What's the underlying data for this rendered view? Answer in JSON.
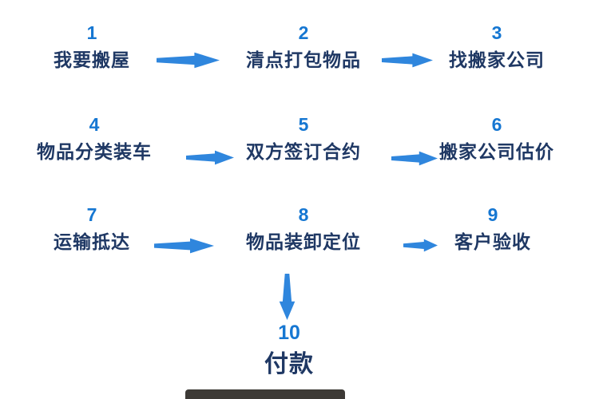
{
  "flowchart": {
    "title": "moving-house-process",
    "steps": [
      {
        "num": "1",
        "label": "我要搬屋"
      },
      {
        "num": "2",
        "label": "清点打包物品"
      },
      {
        "num": "3",
        "label": "找搬家公司"
      },
      {
        "num": "4",
        "label": "物品分类装车"
      },
      {
        "num": "5",
        "label": "双方签订合约"
      },
      {
        "num": "6",
        "label": "搬家公司估价"
      },
      {
        "num": "7",
        "label": "运输抵达"
      },
      {
        "num": "8",
        "label": "物品装卸定位"
      },
      {
        "num": "9",
        "label": "客户验收"
      },
      {
        "num": "10",
        "label": "付款"
      }
    ]
  },
  "colors": {
    "step-number": "#1677d2",
    "step-label": "#1f3864",
    "arrow": "#2f86dd",
    "background": "#ffffff",
    "fragment": "#3d3a36"
  }
}
